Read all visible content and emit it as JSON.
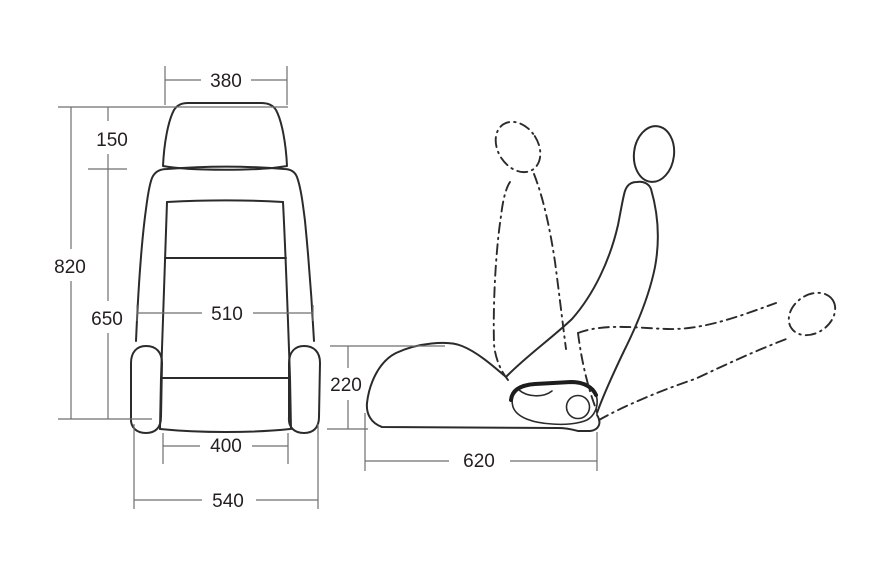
{
  "diagram": {
    "kind": "seat technical drawing, front and side view with recline positions",
    "colors": {
      "background": "#ffffff",
      "seat_outline": "#2b2b2b",
      "dimension_line": "#6f6f6f",
      "label_text": "#231f20"
    }
  },
  "dims": {
    "headrest_width": "380",
    "headrest_height": "150",
    "overall_height": "820",
    "backrest_height": "650",
    "backrest_width": "510",
    "cushion_width": "400",
    "overall_width": "540",
    "cushion_height": "220",
    "seat_depth": "620"
  }
}
